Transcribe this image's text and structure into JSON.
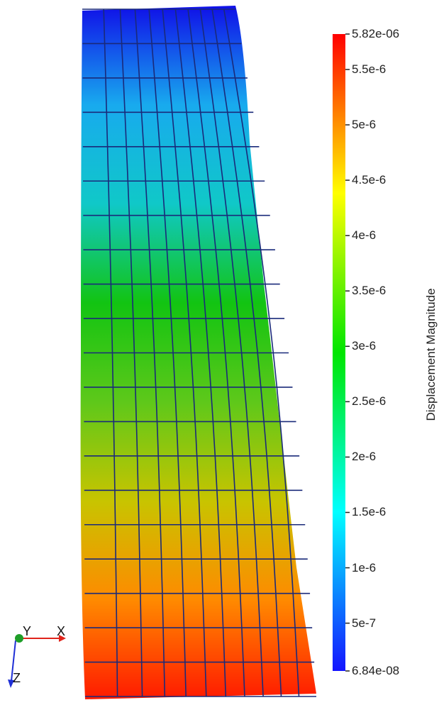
{
  "colorbar": {
    "title": "Displacement Magnitude",
    "min": 6.84e-08,
    "max": 5.82e-06,
    "ticks": [
      {
        "label": "5.82e-06",
        "value": 5.82e-06
      },
      {
        "label": "5.5e-6",
        "value": 5.5e-06
      },
      {
        "label": "5e-6",
        "value": 5e-06
      },
      {
        "label": "4.5e-6",
        "value": 4.5e-06
      },
      {
        "label": "4e-6",
        "value": 4e-06
      },
      {
        "label": "3.5e-6",
        "value": 3.5e-06
      },
      {
        "label": "3e-6",
        "value": 3e-06
      },
      {
        "label": "2.5e-6",
        "value": 2.5e-06
      },
      {
        "label": "2e-6",
        "value": 2e-06
      },
      {
        "label": "1.5e-6",
        "value": 1.5e-06
      },
      {
        "label": "1e-6",
        "value": 1e-06
      },
      {
        "label": "5e-7",
        "value": 5e-07
      },
      {
        "label": "6.84e-08",
        "value": 6.84e-08
      }
    ],
    "colormap": [
      "#1414ff",
      "#00ffff",
      "#00e600",
      "#ffff00",
      "#ff0000"
    ]
  },
  "axes": {
    "x_label": "X",
    "y_label": "Y",
    "z_label": "Z",
    "colors": {
      "x": "#e0241b",
      "y": "#1e9e28",
      "z": "#1f2fd6"
    }
  },
  "mesh": {
    "mesh_line_color": "#1a2a7a"
  }
}
